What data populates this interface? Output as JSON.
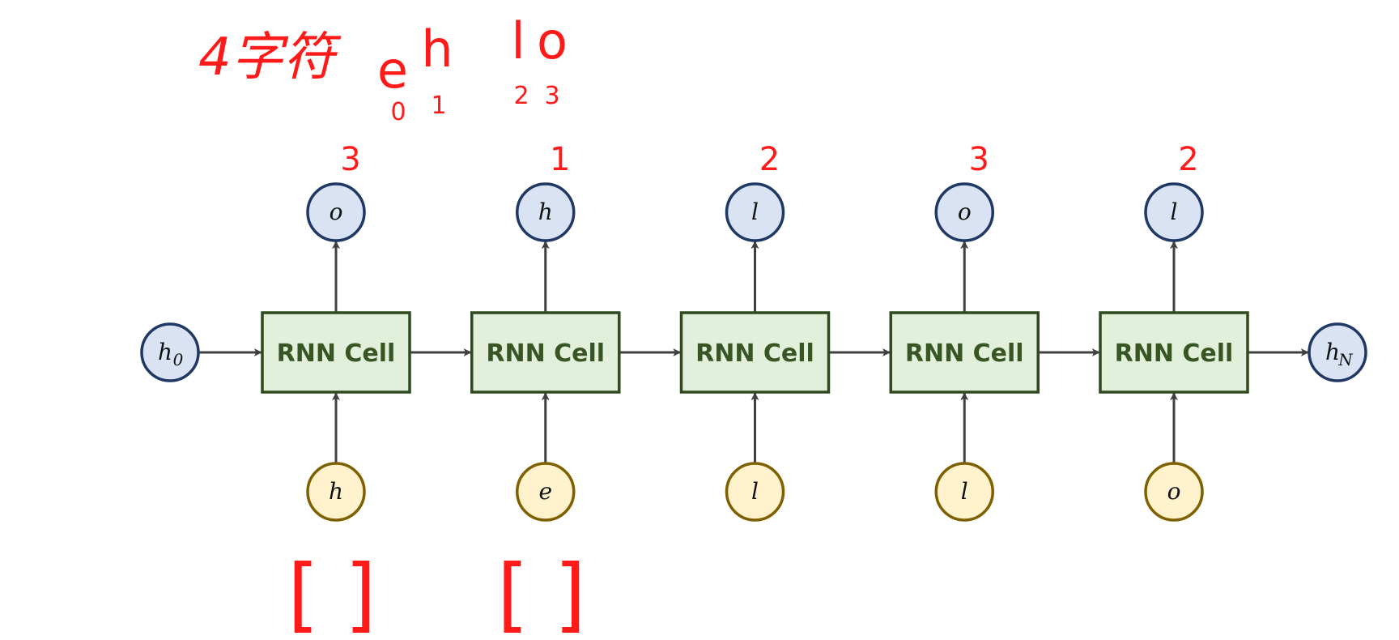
{
  "diagram": {
    "title": "RNN unrolled over character sequence",
    "cell_label": "RNN Cell",
    "initial_hidden": {
      "base": "h",
      "sub": "0"
    },
    "final_hidden": {
      "base": "h",
      "sub": "N"
    },
    "steps": [
      {
        "input": "h",
        "output": "o",
        "output_index": "3"
      },
      {
        "input": "e",
        "output": "h",
        "output_index": "1"
      },
      {
        "input": "l",
        "output": "l",
        "output_index": "2"
      },
      {
        "input": "l",
        "output": "o",
        "output_index": "3"
      },
      {
        "input": "o",
        "output": "l",
        "output_index": "2"
      }
    ],
    "colors": {
      "hidden_fill": "#dae3f3",
      "hidden_stroke": "#1f3864",
      "input_fill": "#fff2cc",
      "input_stroke": "#7f6000",
      "cell_fill": "#e2efda",
      "cell_stroke": "#2e4a1e",
      "arrow": "#404040",
      "annotation": "#ff1a1a"
    }
  },
  "annotations": {
    "heading": "4字符",
    "vocab": [
      {
        "char": "e",
        "index": "0"
      },
      {
        "char": "h",
        "index": "1"
      },
      {
        "char": "l",
        "index": "2"
      },
      {
        "char": "o",
        "index": "3"
      }
    ],
    "brackets": [
      "[ ]",
      "[ ]"
    ]
  }
}
